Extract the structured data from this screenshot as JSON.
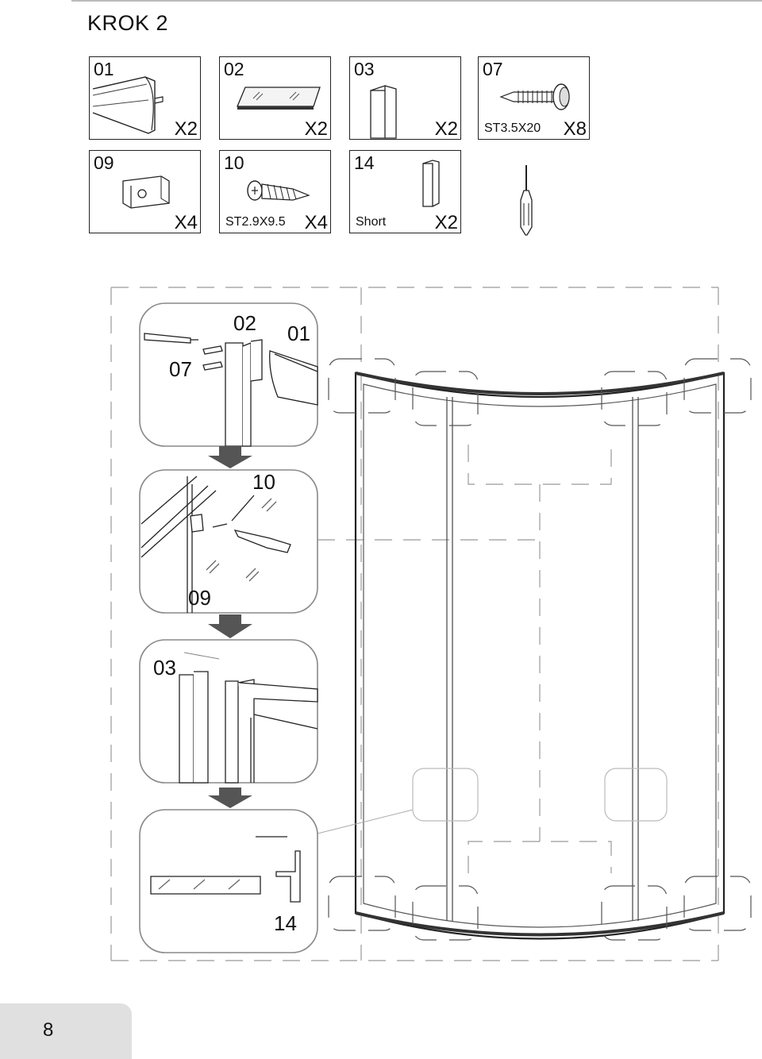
{
  "page": {
    "title": "KROK 2",
    "page_number": "8"
  },
  "parts": [
    {
      "id": "01",
      "qty": "X2",
      "spec": ""
    },
    {
      "id": "02",
      "qty": "X2",
      "spec": ""
    },
    {
      "id": "03",
      "qty": "X2",
      "spec": ""
    },
    {
      "id": "07",
      "qty": "X8",
      "spec": "ST3.5X20"
    },
    {
      "id": "09",
      "qty": "X4",
      "spec": ""
    },
    {
      "id": "10",
      "qty": "X4",
      "spec": "ST2.9X9.5"
    },
    {
      "id": "14",
      "qty": "X2",
      "spec": "Short"
    }
  ],
  "callouts": {
    "d1_part_a": "02",
    "d1_part_b": "01",
    "d1_screw": "07",
    "d2_screw": "10",
    "d2_clip": "09",
    "d3_profile": "03",
    "d4_profile": "14"
  },
  "icons": [
    "profile-icon",
    "glass-icon",
    "u-profile-icon",
    "screw-icon",
    "clip-icon",
    "small-screw-icon",
    "short-profile-icon",
    "screwdriver-icon",
    "arrow-down-icon"
  ]
}
